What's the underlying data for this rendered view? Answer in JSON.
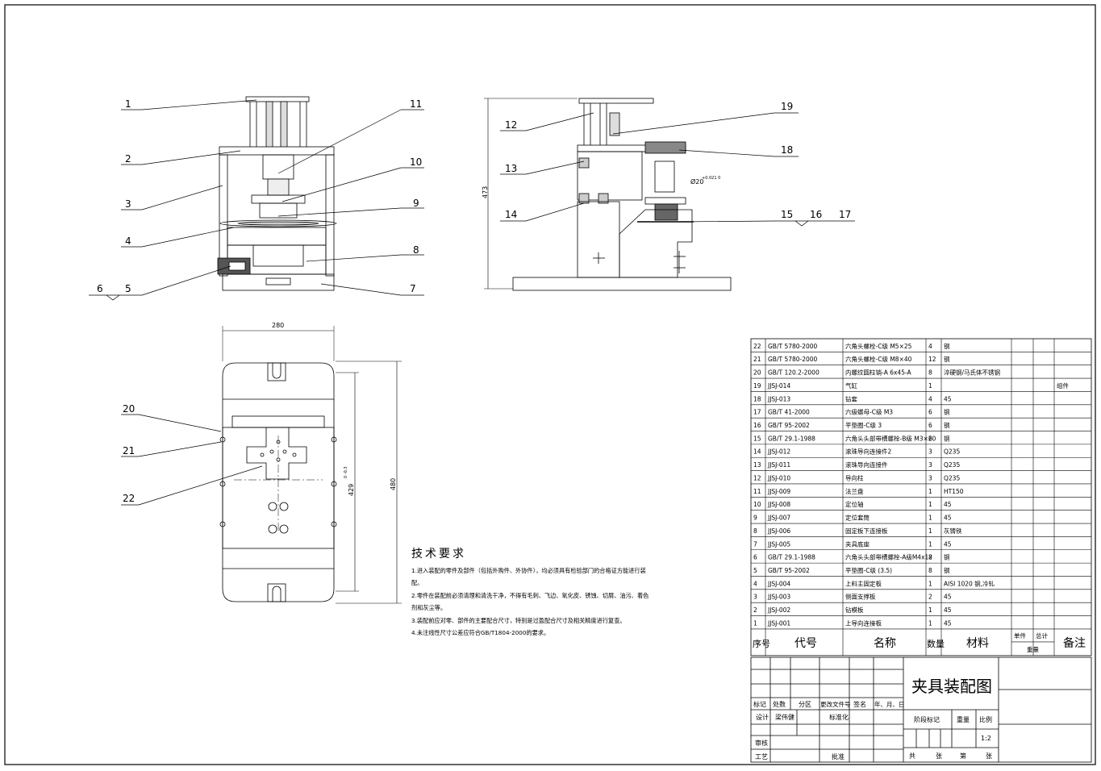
{
  "drawing": {
    "title": "夹具装配图",
    "scale": "1:2",
    "front_view_labels": [
      "1",
      "2",
      "3",
      "4",
      "5",
      "6",
      "7",
      "8",
      "9",
      "10",
      "11"
    ],
    "side_view_labels": [
      "12",
      "13",
      "14",
      "15",
      "16",
      "17",
      "18",
      "19"
    ],
    "top_view_labels": [
      "20",
      "21",
      "22"
    ],
    "dimensions": {
      "height": "473",
      "width": "280",
      "depth": "480",
      "inner": "429",
      "inner_tol": "0 -0.3",
      "bore": "Ø20",
      "bore_tol": "+0.021 0"
    }
  },
  "tech_requirements": {
    "heading": "技术要求",
    "items": [
      "1.进入装配的零件及部件（包括外购件、外协件），均必须具有检验部门的合格证方能进行装配。",
      "2.零件在装配前必须清理和清洗干净，不得有毛刺、飞边、氧化皮、锈蚀、切屑、油污、着色剂和灰尘等。",
      "3.装配前应对零、部件的主要配合尺寸，特别是过盈配合尺寸及相关精度进行复查。",
      "4.未注线性尺寸公差应符合GB/T1804-2000的要求。"
    ]
  },
  "bom": {
    "rows": [
      {
        "no": "22",
        "code": "GB/T 5780-2000",
        "name": "六角头螺栓-C级 M5×25",
        "qty": "4",
        "mat": "钢",
        "note": ""
      },
      {
        "no": "21",
        "code": "GB/T 5780-2000",
        "name": "六角头螺栓-C级 M8×40",
        "qty": "12",
        "mat": "钢",
        "note": ""
      },
      {
        "no": "20",
        "code": "GB/T 120.2-2000",
        "name": "内螺纹圆柱销-A 6x45-A",
        "qty": "8",
        "mat": "淬硬钢/马氏体不锈钢",
        "note": ""
      },
      {
        "no": "19",
        "code": "JJSJ-014",
        "name": "气缸",
        "qty": "1",
        "mat": "",
        "note": "组件"
      },
      {
        "no": "18",
        "code": "JJSJ-013",
        "name": "钻套",
        "qty": "4",
        "mat": "45",
        "note": ""
      },
      {
        "no": "17",
        "code": "GB/T 41-2000",
        "name": "六级螺母-C级 M3",
        "qty": "6",
        "mat": "钢",
        "note": ""
      },
      {
        "no": "16",
        "code": "GB/T 95-2002",
        "name": "平垫圈-C级 3",
        "qty": "6",
        "mat": "钢",
        "note": ""
      },
      {
        "no": "15",
        "code": "GB/T 29.1-1988",
        "name": "六角头头部带槽螺栓-B级 M3×20",
        "qty": "6",
        "mat": "钢",
        "note": ""
      },
      {
        "no": "14",
        "code": "JJSJ-012",
        "name": "滚珠导向连接件2",
        "qty": "3",
        "mat": "Q235",
        "note": ""
      },
      {
        "no": "13",
        "code": "JJSJ-011",
        "name": "滚珠导向连接件",
        "qty": "3",
        "mat": "Q235",
        "note": ""
      },
      {
        "no": "12",
        "code": "JJSJ-010",
        "name": "导向柱",
        "qty": "3",
        "mat": "Q235",
        "note": ""
      },
      {
        "no": "11",
        "code": "JJSJ-009",
        "name": "法兰盘",
        "qty": "1",
        "mat": "HT150",
        "note": ""
      },
      {
        "no": "10",
        "code": "JJSJ-008",
        "name": "定位轴",
        "qty": "1",
        "mat": "45",
        "note": ""
      },
      {
        "no": "9",
        "code": "JJSJ-007",
        "name": "定位套筒",
        "qty": "1",
        "mat": "45",
        "note": ""
      },
      {
        "no": "8",
        "code": "JJSJ-006",
        "name": "固定板下连接板",
        "qty": "1",
        "mat": "灰铸铁",
        "note": ""
      },
      {
        "no": "7",
        "code": "JJSJ-005",
        "name": "夹具底座",
        "qty": "1",
        "mat": "45",
        "note": ""
      },
      {
        "no": "6",
        "code": "GB/T 29.1-1988",
        "name": "六角头头部带槽螺栓-A级M4x12",
        "qty": "8",
        "mat": "钢",
        "note": ""
      },
      {
        "no": "5",
        "code": "GB/T 95-2002",
        "name": "平垫圈-C级 (3.5)",
        "qty": "8",
        "mat": "钢",
        "note": ""
      },
      {
        "no": "4",
        "code": "JJSJ-004",
        "name": "上料主固定板",
        "qty": "1",
        "mat": "AISI 1020 钢,冷轧",
        "note": ""
      },
      {
        "no": "3",
        "code": "JJSJ-003",
        "name": "侧面支撑板",
        "qty": "2",
        "mat": "45",
        "note": ""
      },
      {
        "no": "2",
        "code": "JJSJ-002",
        "name": "钻模板",
        "qty": "1",
        "mat": "45",
        "note": ""
      },
      {
        "no": "1",
        "code": "JJSJ-001",
        "name": "上导向连接板",
        "qty": "1",
        "mat": "45",
        "note": ""
      }
    ],
    "header": {
      "no": "序号",
      "code": "代号",
      "name": "名称",
      "qty": "数量",
      "mat": "材料",
      "unit": "单件",
      "total": "总计",
      "weight": "重量",
      "note": "备注"
    }
  },
  "title_block": {
    "row_labels": [
      "标记",
      "处数",
      "分区",
      "更改文件号",
      "签名",
      "年、月、日"
    ],
    "design": "设计",
    "designer": "梁伟健",
    "standard": "标准化",
    "stage": "阶段标记",
    "weight": "重量",
    "ratio": "比例",
    "check": "审核",
    "craft": "工艺",
    "approve": "批准",
    "total": "共",
    "sheets": "张",
    "sheet": "第",
    "sheets2": "张"
  }
}
